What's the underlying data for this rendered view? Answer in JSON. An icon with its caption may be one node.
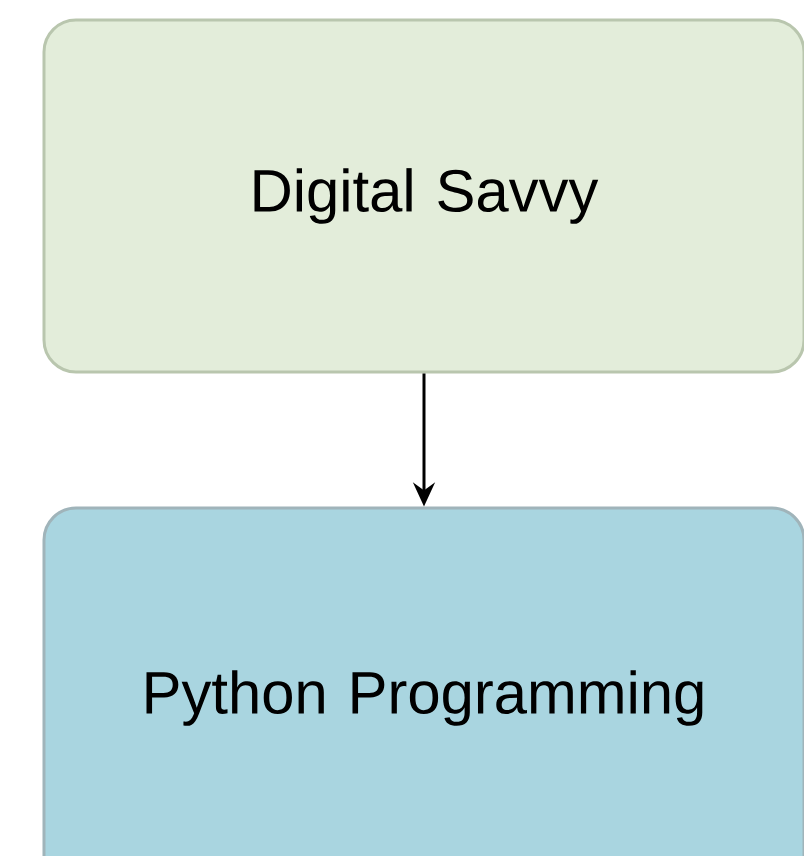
{
  "diagram": {
    "nodes": [
      {
        "text": [
          "Digital Savvy"
        ]
      },
      {
        "text": [
          "Python Programming"
        ]
      }
    ],
    "edges": [
      {
        "from": 0,
        "to": 1,
        "arrow": "to"
      }
    ]
  }
}
